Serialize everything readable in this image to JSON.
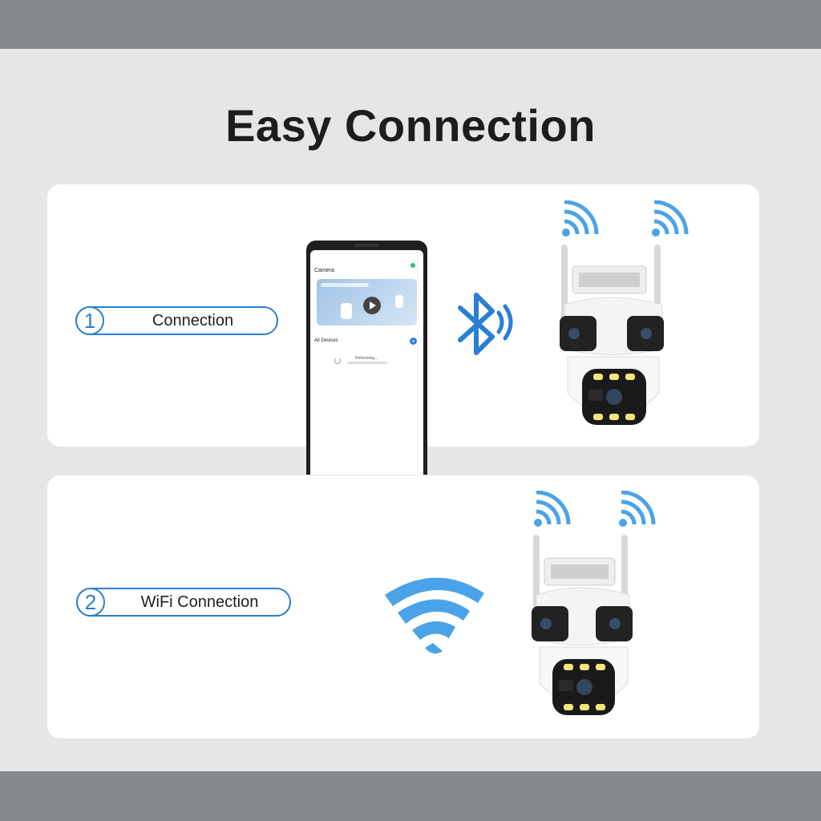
{
  "title": "Easy Connection",
  "steps": [
    {
      "number": "1",
      "label": "Connection"
    },
    {
      "number": "2",
      "label": "WiFi Connection"
    }
  ],
  "phone": {
    "app_title": "Camera",
    "section": "All Devices",
    "status": "Refreshing..."
  },
  "colors": {
    "accent": "#2a7fd0",
    "wifi": "#4aa3e8",
    "band": "#86898b",
    "background": "#e5e6e7"
  },
  "icons": [
    "bluetooth-icon",
    "wifi-icon",
    "camera-device"
  ]
}
